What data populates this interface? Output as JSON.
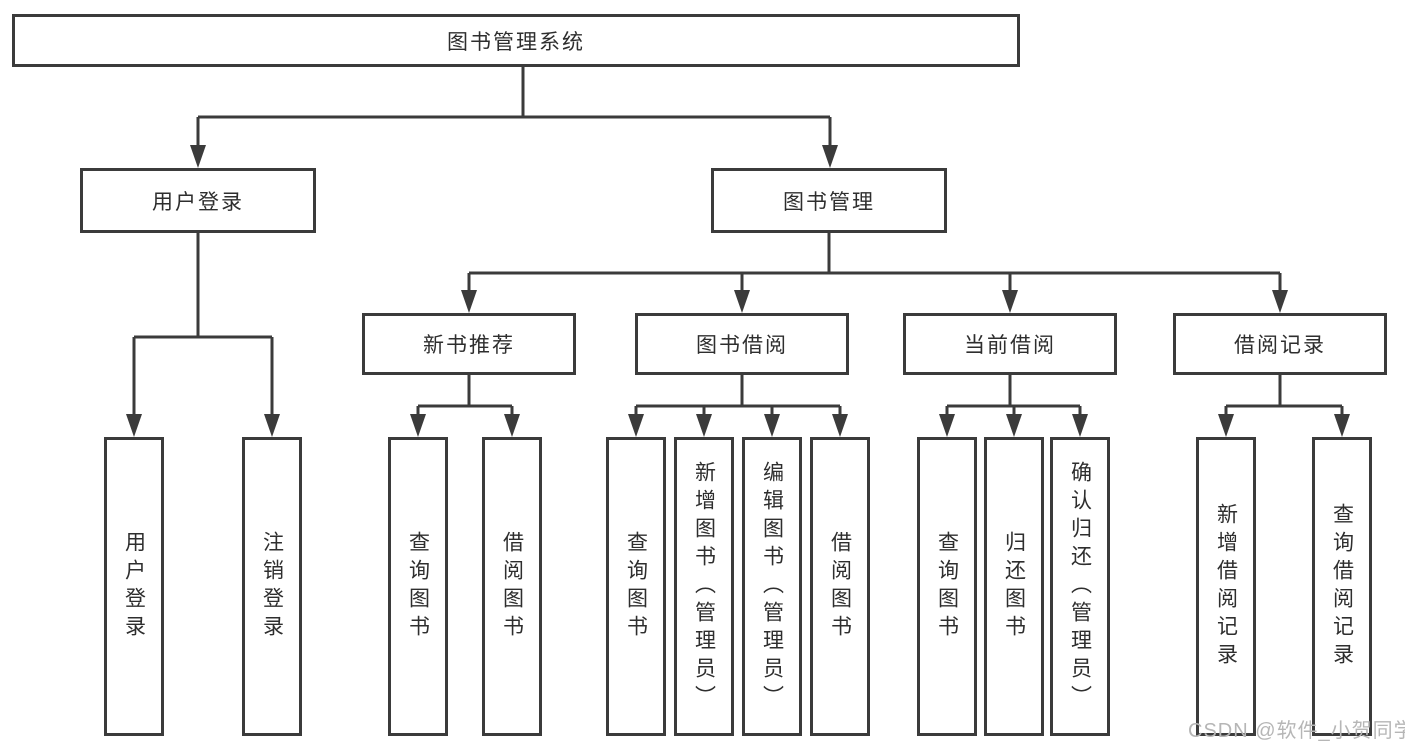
{
  "tree": {
    "root": {
      "label": "图书管理系统"
    },
    "login": {
      "label": "用户登录",
      "children": [
        {
          "label": "用户登录"
        },
        {
          "label": "注销登录"
        }
      ]
    },
    "mgmt": {
      "label": "图书管理",
      "sections": [
        {
          "label": "新书推荐",
          "children": [
            {
              "label": "查询图书"
            },
            {
              "label": "借阅图书"
            }
          ]
        },
        {
          "label": "图书借阅",
          "children": [
            {
              "label": "查询图书"
            },
            {
              "label": "新增图书（管理员）"
            },
            {
              "label": "编辑图书（管理员）"
            },
            {
              "label": "借阅图书"
            }
          ]
        },
        {
          "label": "当前借阅",
          "children": [
            {
              "label": "查询图书"
            },
            {
              "label": "归还图书"
            },
            {
              "label": "确认归还（管理员）"
            }
          ]
        },
        {
          "label": "借阅记录",
          "children": [
            {
              "label": "新增借阅记录"
            },
            {
              "label": "查询借阅记录"
            }
          ]
        }
      ]
    }
  },
  "watermark": {
    "text": "CSDN @软件_小贺同学"
  },
  "colors": {
    "line": "#3b3b3b",
    "text": "#2e2e2e",
    "watermark": "#b6b6b6",
    "background": "#ffffff"
  }
}
